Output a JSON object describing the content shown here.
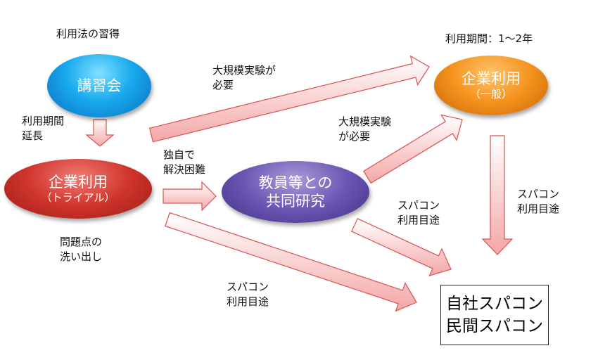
{
  "nodes": {
    "lecture": {
      "title": "講習会"
    },
    "trial": {
      "title": "企業利用",
      "subtitle": "（トライアル）"
    },
    "joint": {
      "title": "教員等との\n共同研究"
    },
    "enterprise": {
      "title": "企業利用",
      "subtitle": "（一般）"
    }
  },
  "result": {
    "text": "自社スパコン\n民間スパコン"
  },
  "labels": {
    "learn_usage": "利用法の習得",
    "extend_period": "利用期間\n延長",
    "problem_identify": "問題点の\n洗い出し",
    "self_solve_hard": "独自で\n解決困難",
    "large_scale_top": "大規模実験が\n必要",
    "large_scale_mid": "大規模実験\nが必要",
    "usage_period": "利用期間：1～2年",
    "super_use_mid": "スパコン\n利用目途",
    "super_use_right": "スパコン\n利用目途",
    "super_use_bottom": "スパコン\n利用目途"
  },
  "colors": {
    "arrow_fill_start": "#ffffff",
    "arrow_fill_end": "#f4a6a6",
    "arrow_stroke": "#d9534f",
    "lecture": "#19a9ee",
    "trial": "#d0342c",
    "joint": "#6b56b4",
    "enterprise": "#f4921c"
  }
}
